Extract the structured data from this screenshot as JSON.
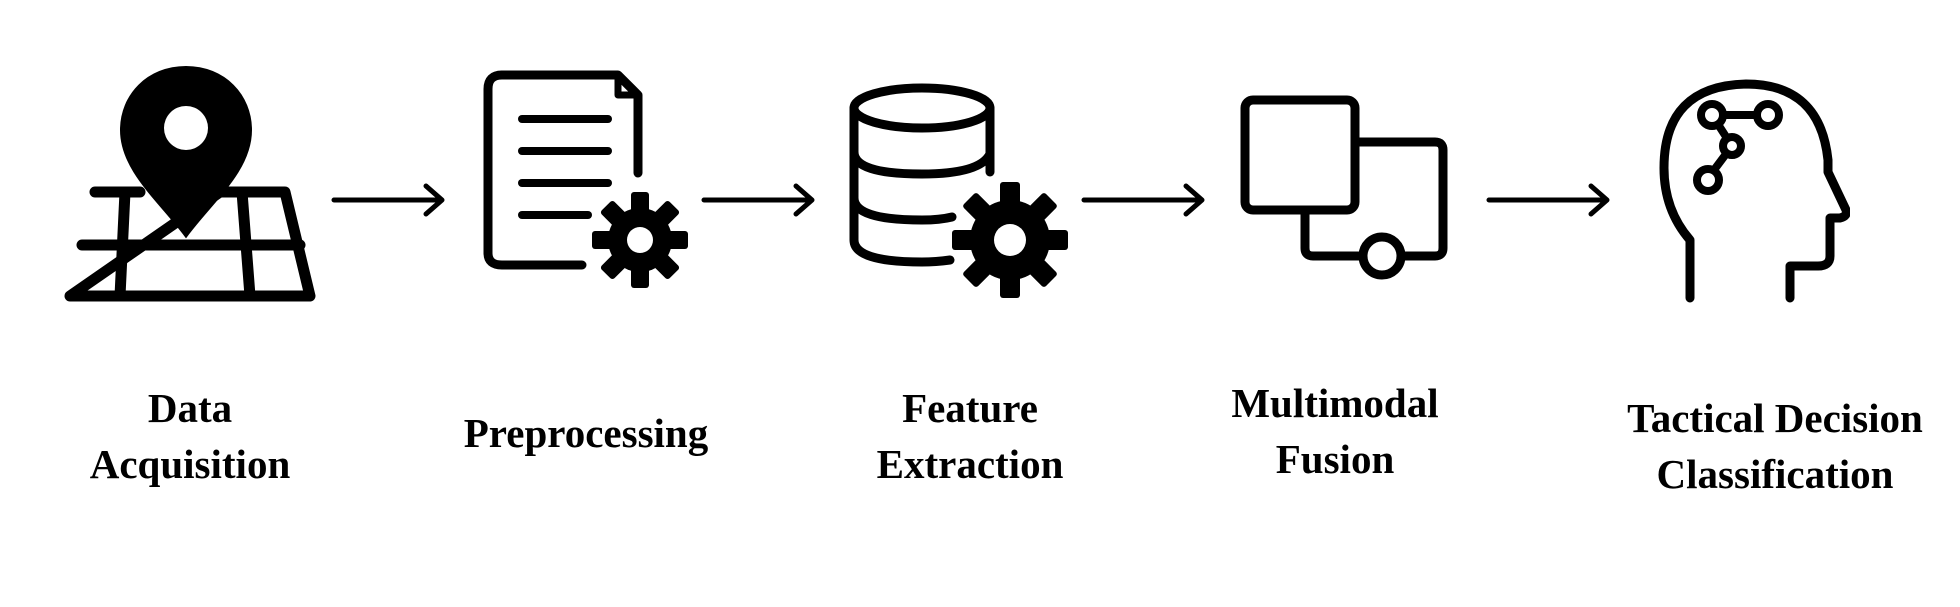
{
  "diagram": {
    "stages": [
      {
        "id": "data-acquisition",
        "icon": "map-pin-icon",
        "label_lines": [
          "Data",
          "Acquisition"
        ]
      },
      {
        "id": "preprocessing",
        "icon": "document-gear-icon",
        "label_lines": [
          "Preprocessing"
        ]
      },
      {
        "id": "feature-extraction",
        "icon": "database-gear-icon",
        "label_lines": [
          "Feature",
          "Extraction"
        ]
      },
      {
        "id": "multimodal-fusion",
        "icon": "overlapping-squares-icon",
        "label_lines": [
          "Multimodal",
          "Fusion"
        ]
      },
      {
        "id": "tactical-decision-classification",
        "icon": "head-network-icon",
        "label_lines": [
          "Tactical Decision",
          "Classification"
        ]
      }
    ],
    "connector": "arrow-right-icon",
    "colors": {
      "stroke": "#000000",
      "background": "#ffffff"
    }
  }
}
